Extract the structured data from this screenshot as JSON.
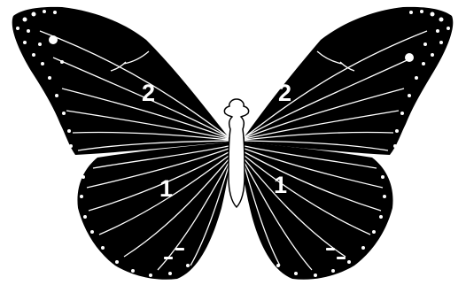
{
  "figure": {
    "colors": {
      "wing_fill": "#000000",
      "vein_stroke": "#ffffff",
      "body_fill": "#ffffff",
      "background": "#ffffff"
    },
    "labels": {
      "left_forewing": "2",
      "right_forewing": "2",
      "left_hindwing": "1",
      "right_hindwing": "1"
    }
  }
}
